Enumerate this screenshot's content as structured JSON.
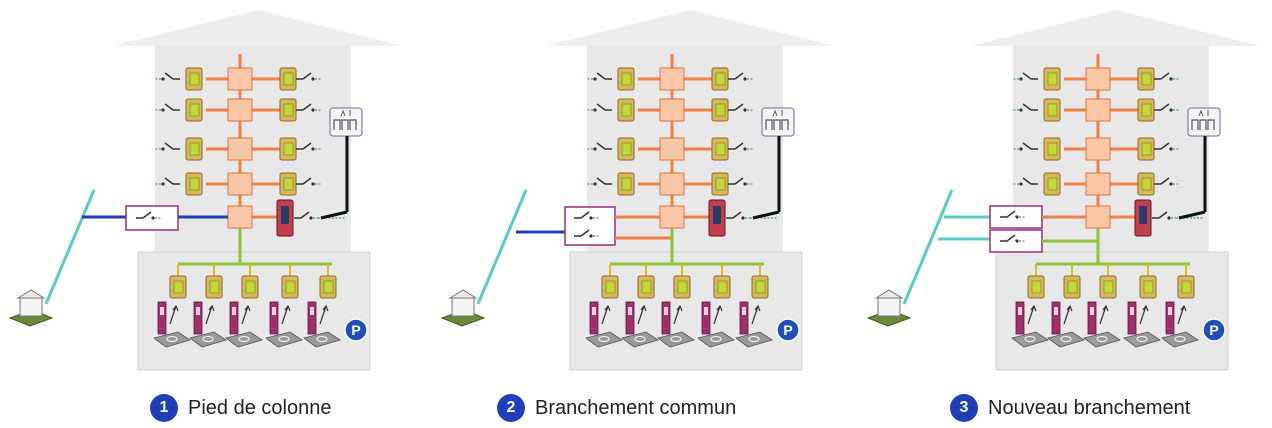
{
  "diagrams": [
    {
      "number": "1",
      "caption": "Pied de colonne",
      "variant": "pied"
    },
    {
      "number": "2",
      "caption": "Branchement commun",
      "variant": "commun"
    },
    {
      "number": "3",
      "caption": "Nouveau branchement",
      "variant": "nouveau"
    }
  ],
  "parking_label": "P",
  "colors": {
    "roof": "#eeeeee",
    "wall": "#e8e8e8",
    "riser": "#f08048",
    "riser_box": "#f9c7a6",
    "network_line": "#5cc9c9",
    "feeder_line": "#1f3fb8",
    "ev_bus": "#8cc43c",
    "ev_bus_yellow": "#d8c020",
    "meter_body": "#d9b85a",
    "meter_screen": "#c5d83a",
    "panel_box": "#a0306c",
    "switch_frame": "#9a2c82",
    "parking_badge": "#1f4fb8",
    "badge": "#1f3fb8"
  }
}
